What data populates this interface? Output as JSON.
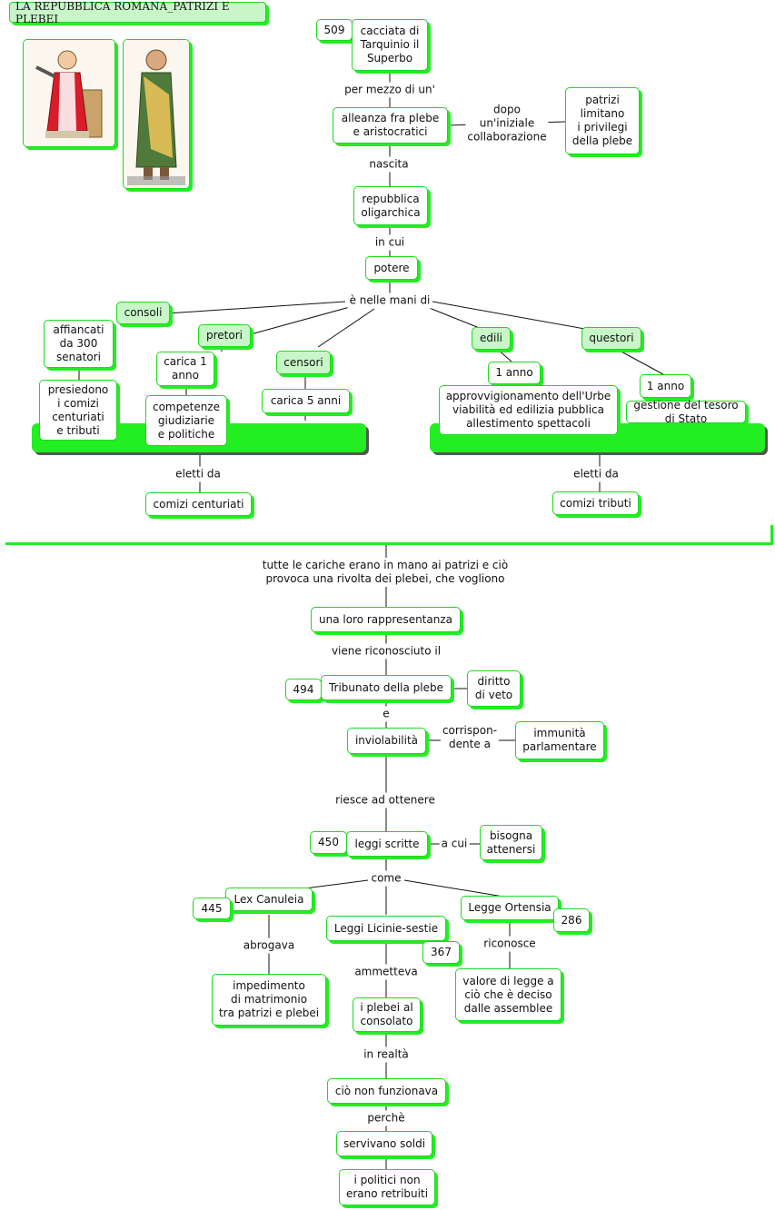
{
  "title": "LA REPUBBLICA ROMANA_PATRIZI E PLEBEI",
  "colors": {
    "accent": "#22ee22",
    "node_fill": "#ffffff",
    "header_fill": "#c8f6c8",
    "line": "#111111"
  },
  "images": [
    {
      "name": "patrician-portrait-icon",
      "alt": "patrizio romano"
    },
    {
      "name": "plebeian-portrait-icon",
      "alt": "plebeo romano"
    }
  ],
  "nodes": {
    "n509": "509",
    "cacciata": "cacciata di\nTarquinio il\nSuperbo",
    "alleanza": "alleanza fra plebe\ne aristocratici",
    "patrizi_limitano": "patrizi\nlimitano\ni privilegi\ndella plebe",
    "repubblica": "repubblica\noligarchica",
    "potere": "potere",
    "consoli": "consoli",
    "pretori": "pretori",
    "censori": "censori",
    "edili": "edili",
    "questori": "questori",
    "affiancati": "affiancati\nda 300\nsenatori",
    "presiedono": "presiedono\ni comizi\ncenturiati\ne tributi",
    "carica1": "carica 1\nanno",
    "competenze": "competenze\ngiudiziarie\ne politiche",
    "carica5": "carica 5 anni",
    "edili_1anno": "1 anno",
    "approvvig": "approvvigionamento dell'Urbe\nviabilità ed edilizia pubblica\nallestimento spettacoli",
    "questori_1anno": "1 anno",
    "gestione": "gestione del tesoro\ndi Stato",
    "comizi_centuriati": "comizi centuriati",
    "comizi_tributi": "comizi tributi",
    "rappresentanza": "una loro rappresentanza",
    "n494": "494",
    "tribunato": "Tribunato della plebe",
    "veto": "diritto\ndi veto",
    "inviolabilita": "inviolabilità",
    "immunita": "immunità\nparlamentare",
    "n450": "450",
    "leggi_scritte": "leggi scritte",
    "bisogna": "bisogna\nattenersi",
    "canuleia": "Lex Canuleia",
    "n445": "445",
    "licinie": "Leggi Licinie-sestie",
    "n367": "367",
    "ortensia": "Legge Ortensia",
    "n286": "286",
    "impedimento": "impedimento\ndi matrimonio\ntra patrizi e plebei",
    "plebei_consolato": "i plebei al\nconsolato",
    "valore_legge": "valore di legge a\nciò che è deciso\ndalle assemblee",
    "non_funzionava": "ciò non funzionava",
    "servivano": "servivano soldi",
    "politici": "i politici non\nerano retribuiti"
  },
  "labels": {
    "per_mezzo": "per  mezzo di un'",
    "dopo": "dopo\nun'iniziale\ncollaborazione",
    "nascita": "nascita",
    "in_cui": "in cui",
    "nelle_mani": "è nelle mani di",
    "eletti_da_left": "eletti da",
    "eletti_da_right": "eletti da",
    "tutte_cariche": "tutte le cariche erano in mano ai patrizi e ciò\nprovoca una rivolta dei plebei, che vogliono",
    "riconosciuto": "viene riconosciuto il",
    "e": "e",
    "corrisponde": "corrispon-\ndente a",
    "riesce": "riesce ad ottenere",
    "a_cui": "a cui",
    "come": "come",
    "abrogava": "abrogava",
    "ammetteva": "ammetteva",
    "riconosce": "riconosce",
    "in_realta": "in realtà",
    "perche": "perchè"
  }
}
